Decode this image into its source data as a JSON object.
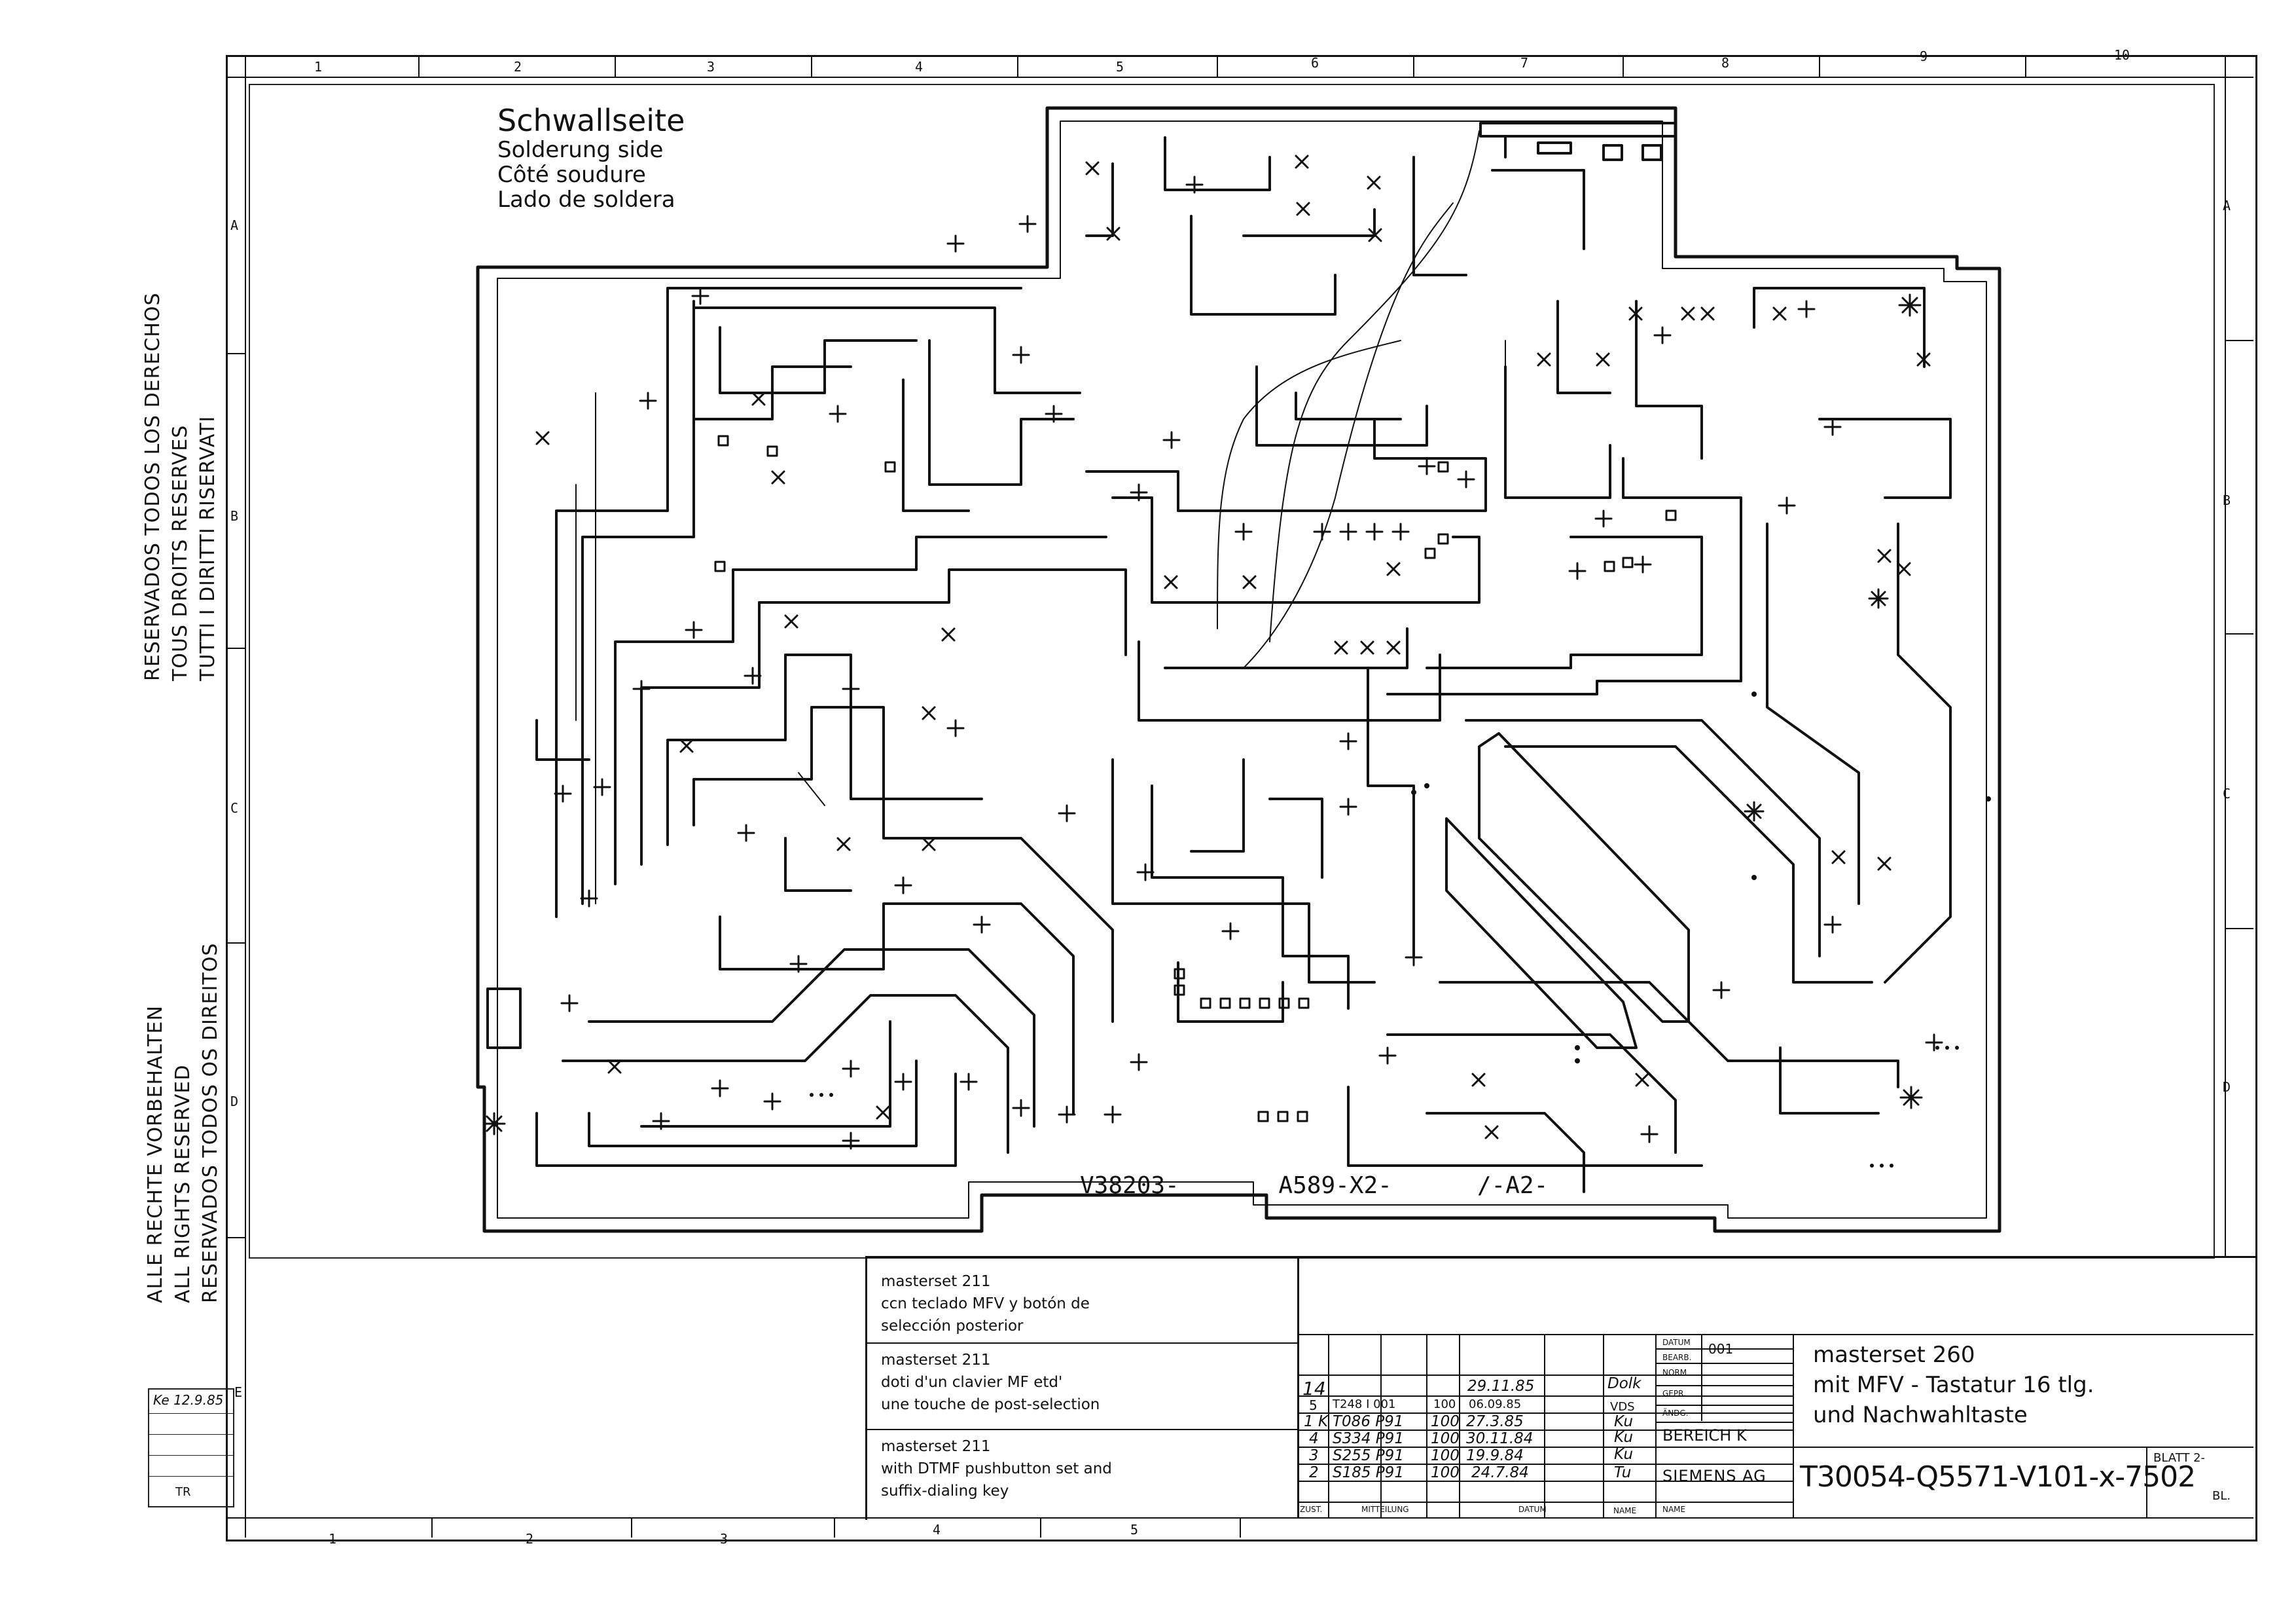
{
  "side_legend_top": [
    "RESERVADOS TODOS LOS DERECHOS",
    "TOUS DROITS RESERVES",
    "TUTTI I DIRITTI RISERVATI"
  ],
  "side_legend_bottom": [
    "ALLE RECHTE VORBEHALTEN",
    "ALL RIGHTS RESERVED",
    "RESERVADOS TODOS OS DIREITOS"
  ],
  "side_left_small": [
    "Ke 12.9.85",
    "TR"
  ],
  "grid_top": [
    "1",
    "2",
    "3",
    "4",
    "5",
    "6",
    "7",
    "8",
    "9",
    "10"
  ],
  "grid_bottom": [
    "1",
    "2",
    "3",
    "4",
    "5"
  ],
  "grid_left": [
    "A",
    "B",
    "C",
    "D",
    "E"
  ],
  "grid_right": [
    "A",
    "B",
    "C",
    "D"
  ],
  "board_side_title": [
    "Schwallseite",
    "Solderung side",
    "Côté soudure",
    "Lado de soldera"
  ],
  "board_part_number": "V38203-       A589-X2-      /-A2-",
  "desc_spanish": [
    "masterset 211",
    "ccn teclado MFV y botón de",
    "selección posterior"
  ],
  "desc_italian": [
    "masterset 211",
    "doti d'un clavier MF etd'",
    "une touche de post-selection"
  ],
  "desc_english": [
    "masterset 211",
    "with DTMF pushbutton set and",
    "suffix-dialing key"
  ],
  "title_description": [
    "masterset 260",
    "mit MFV - Tastatur 16 tlg.",
    "und Nachwahltaste"
  ],
  "company": "SIEMENS AG",
  "document_number": "T30054-Q5571-V101-x-7502",
  "bereich": "BEREICH K",
  "blatt": "BLATT 2-",
  "bl": "BL.",
  "field_labels": [
    "DATUM",
    "BEARB.",
    "NORM",
    "GEPR.",
    "ÄNDG.",
    "VDS",
    "NAME"
  ],
  "footer_labels": [
    "ZUST.",
    "MITTEILUNG",
    "DATUM",
    "NAME"
  ],
  "revision_rows": [
    [
      "14",
      "",
      "",
      "29.11.85",
      "Dolk"
    ],
    [
      "5",
      "T248 I 001",
      "100",
      "06.09.85",
      "VDS"
    ],
    [
      "1 K",
      "T086 P91",
      "100",
      "27.3.85",
      "Ku"
    ],
    [
      "4",
      "S334 P91",
      "100",
      "30.11.84",
      "Ku"
    ],
    [
      "3",
      "S255 P91",
      "100",
      "19.9.84",
      "Ku"
    ],
    [
      "2",
      "S185 P91",
      "100",
      "24.7.84",
      "Tu"
    ]
  ],
  "date_field": "001"
}
